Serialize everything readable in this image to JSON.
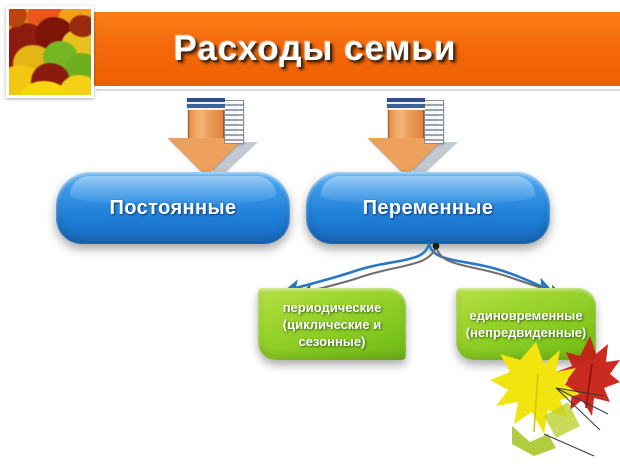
{
  "slide": {
    "title": "Расходы семьи",
    "background_color": "#ffffff",
    "title_band_color": "#f4690d",
    "title_text_color": "#ffffff"
  },
  "decor": {
    "top_left_photo": "autumn-leaves-photo",
    "bottom_right_photo": "maple-leaves-photo",
    "arrow_icon": "down-arrow-3d-icon",
    "divider": "title-underline"
  },
  "level1": {
    "arrow_left": "down-arrow-3d-icon",
    "arrow_right": "down-arrow-3d-icon",
    "boxes": [
      {
        "label": "Постоянные",
        "color": "#2f8fe0"
      },
      {
        "label": "Переменные",
        "color": "#2f8fe0"
      }
    ]
  },
  "level2": {
    "boxes": [
      {
        "label": "периодические (циклические и сезонные)",
        "color": "#8fce26"
      },
      {
        "label": "единовременные (непредвиденные)",
        "color": "#8fce26"
      }
    ],
    "connector_color_blue": "#2878c8",
    "connector_color_gray": "#5a5a5a"
  }
}
